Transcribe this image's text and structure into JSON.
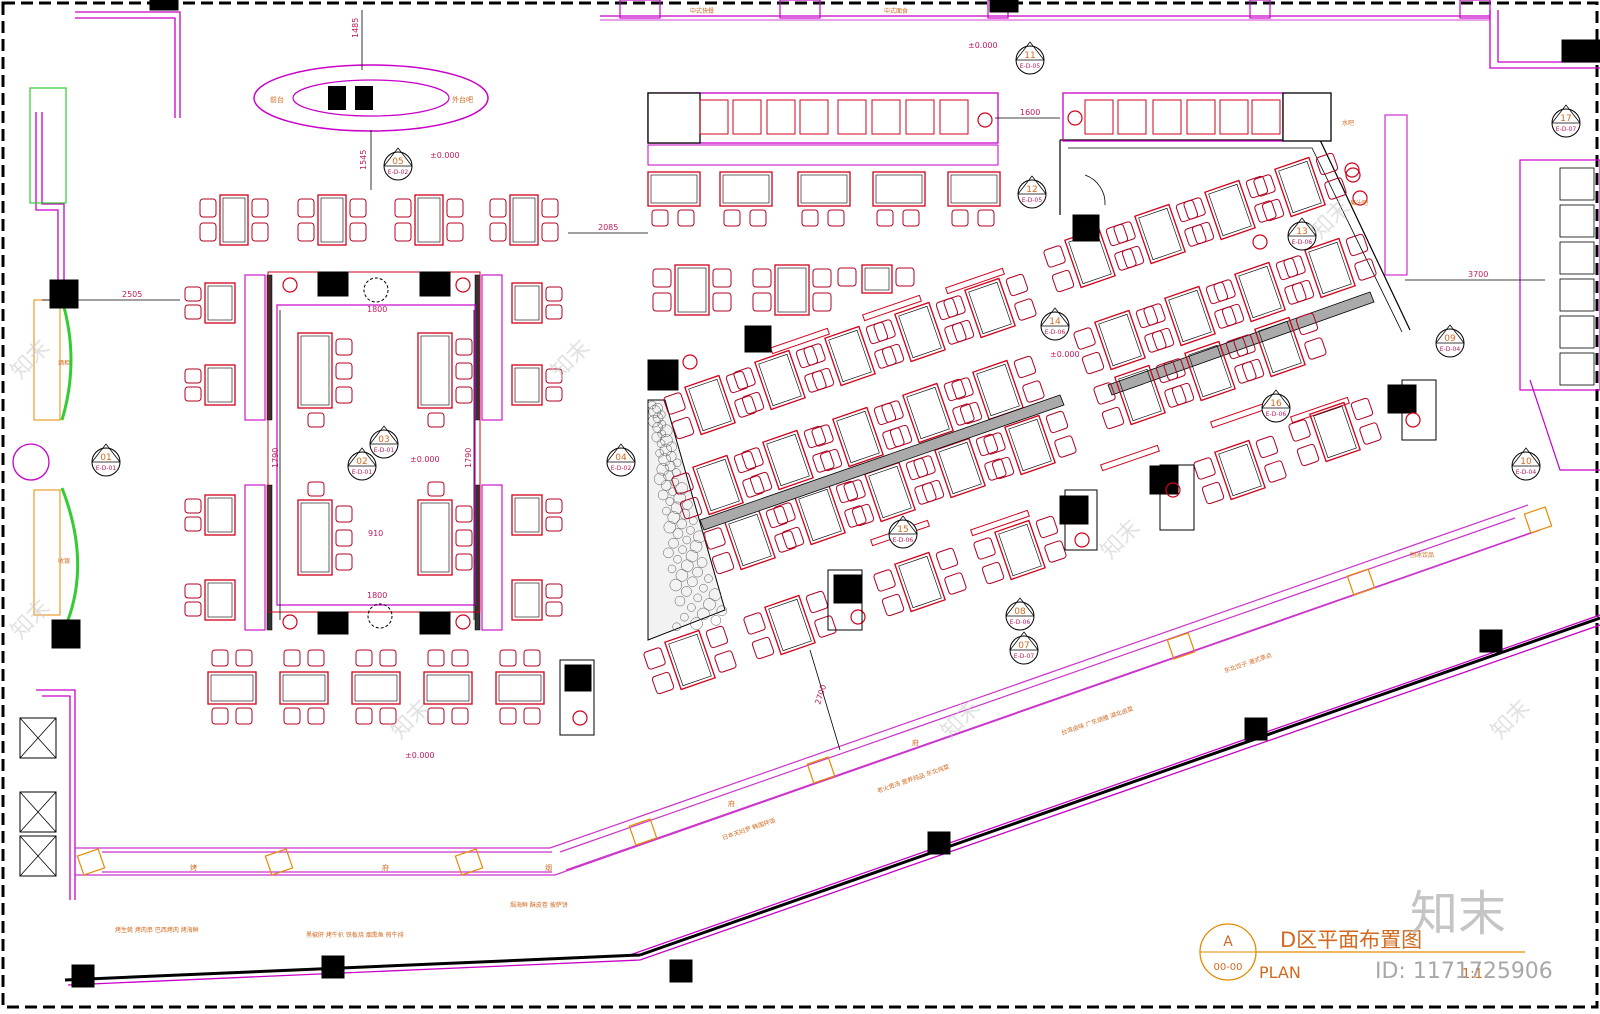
{
  "colors": {
    "table": "#d0021b",
    "seat": "#b00020",
    "wall": "#c800c8",
    "corridor": "#cc33cc",
    "accent_orange": "#e68a00",
    "text_orange": "#d2691e",
    "dim_text": "#c2185b",
    "black": "#000000",
    "green": "#33cc33",
    "watermark": "#c8c8c8"
  },
  "drawing_title": {
    "letter": "A",
    "number": "00-00",
    "title": "D区平面布置图",
    "subtitle": "PLAN",
    "scale": "1:1"
  },
  "watermark": {
    "brand": "知末",
    "id_text": "ID: 1171725906"
  },
  "bar_labels": {
    "left": "前台",
    "right": "外台吧"
  },
  "level_marks": [
    "±0.000",
    "±0.000",
    "±0.000",
    "±0.000",
    "±0.000"
  ],
  "dimensions": {
    "d1": "1485",
    "d2": "1545",
    "d3": "2505",
    "d4": "2085",
    "d5": "1600",
    "d6": "1800",
    "d7": "1790",
    "d8": "910",
    "d9": "1800",
    "d10": "1790",
    "d11": "3700",
    "d12": "2700"
  },
  "callouts": [
    {
      "num": "01",
      "ref": "E-D-01"
    },
    {
      "num": "02",
      "ref": "E-D-01"
    },
    {
      "num": "03",
      "ref": "E-D-01"
    },
    {
      "num": "04",
      "ref": "E-D-02"
    },
    {
      "num": "05",
      "ref": "E-D-02"
    },
    {
      "num": "08",
      "ref": "E-D-06"
    },
    {
      "num": "07",
      "ref": "E-D-07"
    },
    {
      "num": "09",
      "ref": "E-D-04"
    },
    {
      "num": "10",
      "ref": "E-D-04"
    },
    {
      "num": "11",
      "ref": "E-D-05"
    },
    {
      "num": "12",
      "ref": "E-D-05"
    },
    {
      "num": "13",
      "ref": "E-D-06"
    },
    {
      "num": "14",
      "ref": "E-D-06"
    },
    {
      "num": "15",
      "ref": "E-D-06"
    },
    {
      "num": "16",
      "ref": "E-D-06"
    },
    {
      "num": "17",
      "ref": "E-D-07"
    }
  ],
  "area_labels": {
    "corridor_left": [
      "烤",
      "府",
      "烟"
    ],
    "corridor_mid": [
      "府",
      "府"
    ],
    "dishes_row1": "烤生蚝  烤肉串  巴西烤肉  烤海鲜",
    "dishes_row2": "黑椒肝  烤牛扒  铁板烧  烟熏鱼  煎牛排",
    "dishes_row3": "焗海鲜  酥皮卷  披萨饼",
    "mid_a": "日本天妇罗  韩国拌饭",
    "mid_b": "老火煲汤  营养炖品  东北炖菜",
    "mid_c": "台湾卤味  广东烧腊  湖北卤菜",
    "right_a": "东北饺子  港式茶点",
    "right_b": "刨冰饮品",
    "wall_left_a": "酒柜",
    "wall_left_b": "收银",
    "top_left_label": "中式快餐",
    "top_right_label": "中式面食",
    "side_label_a": "水吧",
    "side_label_b": "果汁吧"
  }
}
